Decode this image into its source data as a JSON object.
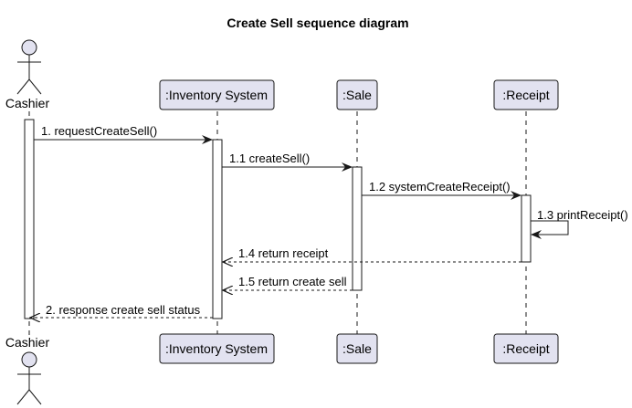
{
  "title": "Create Sell sequence diagram",
  "colors": {
    "participant_fill": "#E2E2F0",
    "participant_stroke": "#181818",
    "activation_fill": "#FFFFFF",
    "lifeline": "#181818",
    "arrow": "#181818"
  },
  "participants": [
    {
      "id": "cashier",
      "name": "Cashier",
      "kind": "actor"
    },
    {
      "id": "inventory",
      "name": ":Inventory System",
      "kind": "participant"
    },
    {
      "id": "sale",
      "name": ":Sale",
      "kind": "participant"
    },
    {
      "id": "receipt",
      "name": ":Receipt",
      "kind": "participant"
    }
  ],
  "messages": [
    {
      "label": "1. requestCreateSell()",
      "from": "cashier",
      "to": "inventory",
      "type": "sync"
    },
    {
      "label": "1.1 createSell()",
      "from": "inventory",
      "to": "sale",
      "type": "sync"
    },
    {
      "label": "1.2 systemCreateReceipt()",
      "from": "sale",
      "to": "receipt",
      "type": "sync"
    },
    {
      "label": "1.3 printReceipt()",
      "from": "receipt",
      "to": "receipt",
      "type": "self"
    },
    {
      "label": "1.4 return receipt",
      "from": "receipt",
      "to": "inventory",
      "type": "return"
    },
    {
      "label": "1.5 return create sell",
      "from": "sale",
      "to": "inventory",
      "type": "return"
    },
    {
      "label": "2. response create sell status",
      "from": "inventory",
      "to": "cashier",
      "type": "return"
    }
  ]
}
